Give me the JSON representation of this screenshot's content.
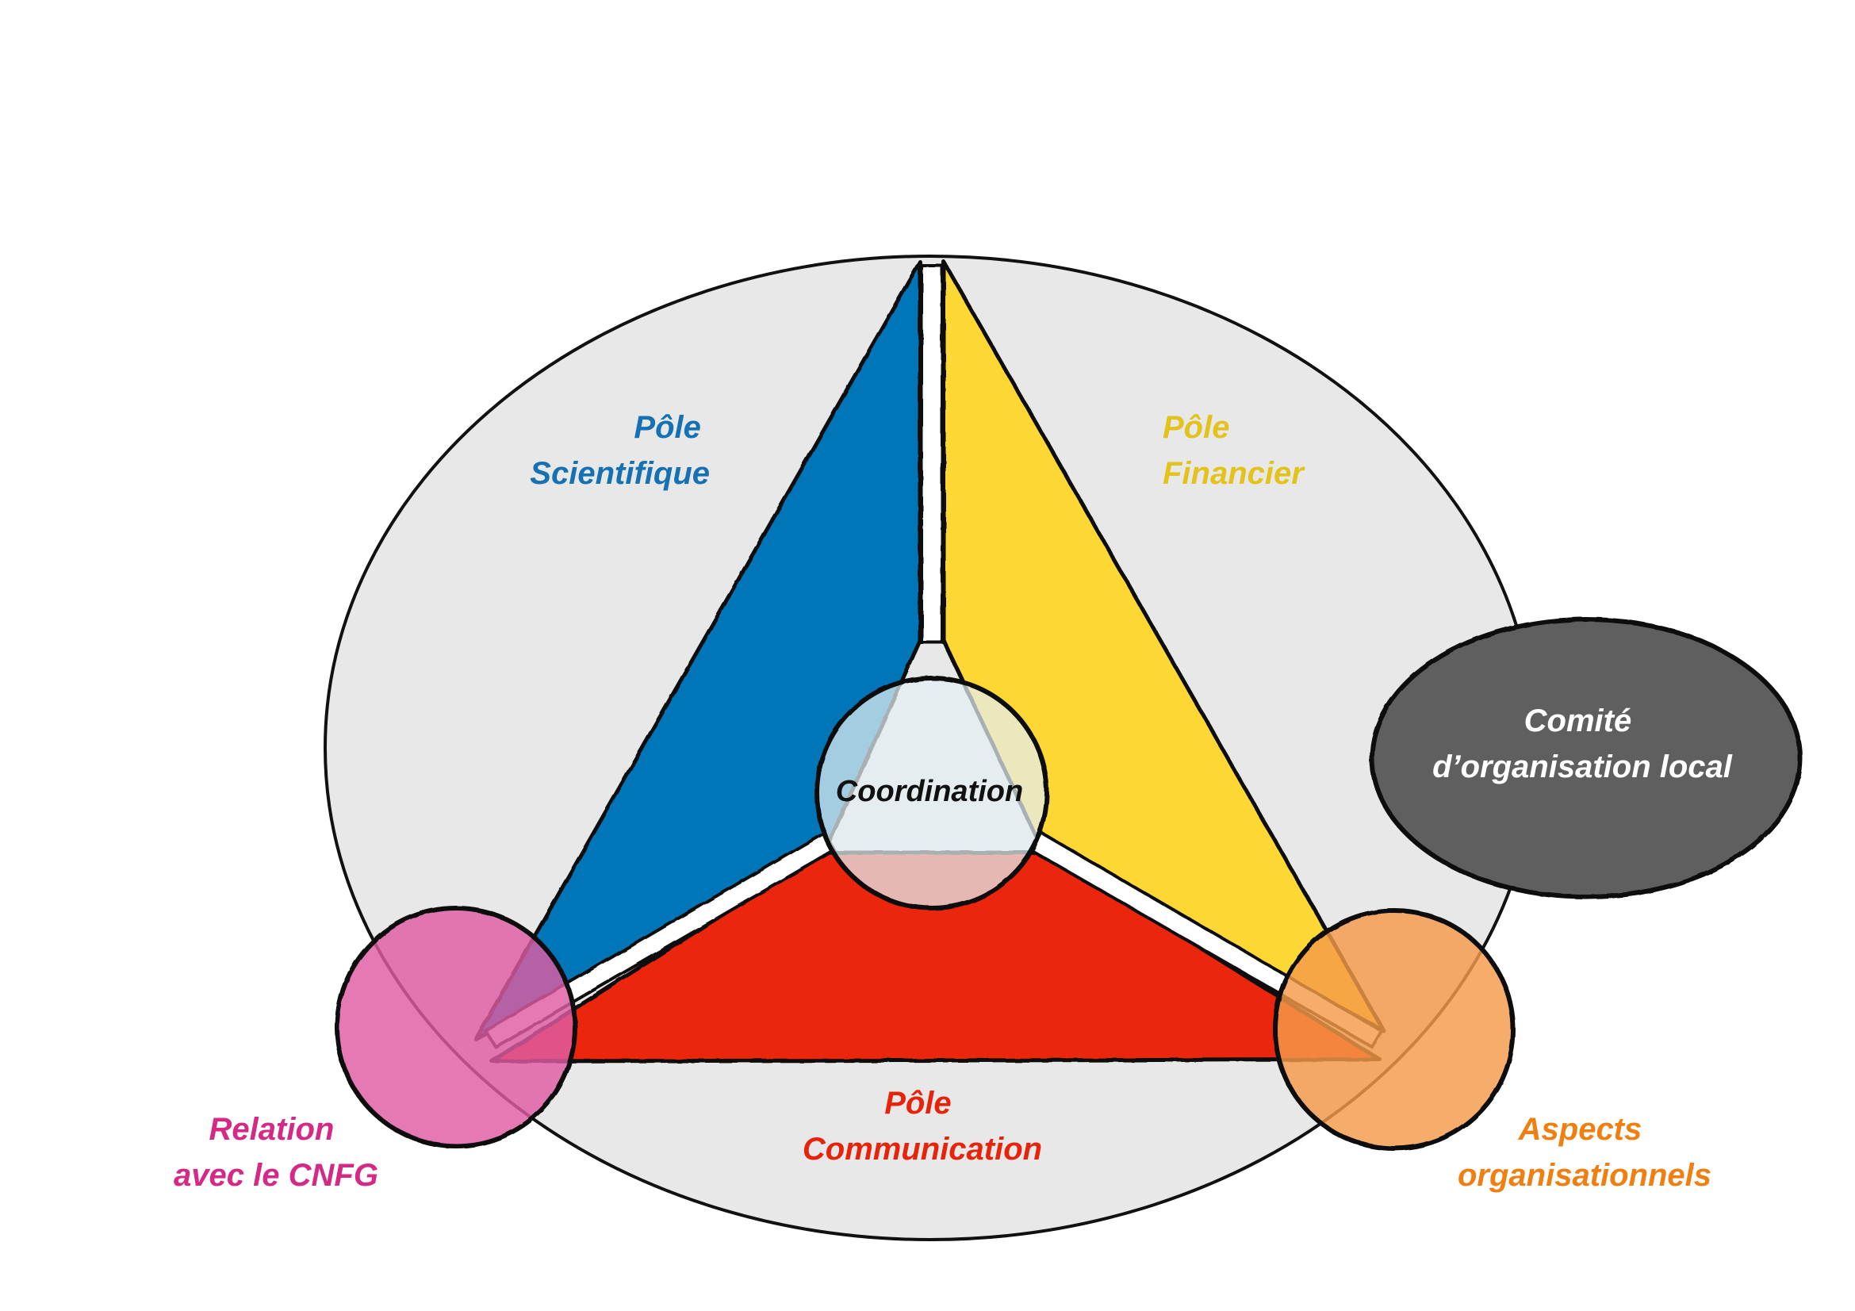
{
  "colors": {
    "background_ellipse": "#e8e8e8",
    "scientifique": "#0474b8",
    "financier": "#fdd835",
    "communication": "#ec250d",
    "relation": "#de5aa2",
    "aspects": "#f59b48",
    "comite": "#5e5e5e",
    "coordination": "#cdd3d6",
    "outline": "#111111"
  },
  "labels": {
    "pole_scientifique": [
      "Pôle",
      "Scientifique"
    ],
    "pole_financier": [
      "Pôle",
      "Financier"
    ],
    "pole_communication": [
      "Pôle",
      "Communication"
    ],
    "relation": [
      "Relation",
      "avec le CNFG"
    ],
    "aspects": [
      "Aspects",
      "organisationnels"
    ],
    "comite": [
      "Comité",
      "d’organisation local"
    ],
    "coordination": "Coordination"
  },
  "label_colors": {
    "pole_scientifique": "#1571b4",
    "pole_financier": "#e3c21c",
    "pole_communication": "#e8230c",
    "relation": "#d42a86",
    "aspects": "#f07f12",
    "comite": "#ffffff",
    "coordination": "#111111"
  }
}
